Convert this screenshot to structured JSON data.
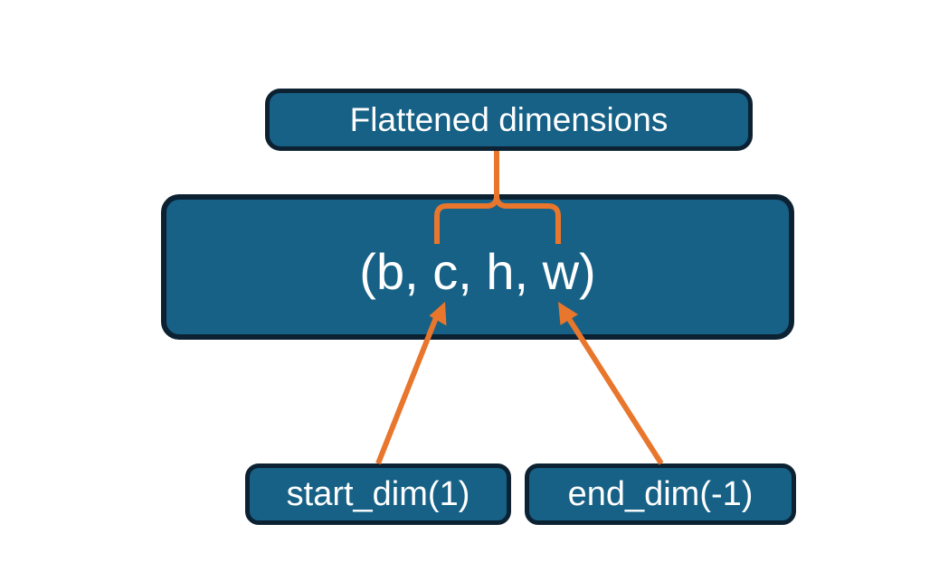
{
  "diagram": {
    "title": "Flatten start_dim / end_dim illustration",
    "background_color": "#ffffff",
    "node_fill_color": "#176186",
    "node_border_color": "#0c2233",
    "node_text_color": "#ffffff",
    "connector_color": "#e8762c",
    "nodes": {
      "flattened": {
        "label": "Flattened dimensions"
      },
      "tuple": {
        "label": "(b, c, h, w)"
      },
      "start_dim": {
        "label": "start_dim(1)"
      },
      "end_dim": {
        "label": "end_dim(-1)"
      }
    },
    "connectors": {
      "brace": {
        "name": "brace-over-chw",
        "color": "#e8762c"
      },
      "arrow_start": {
        "name": "arrow-start-dim-to-c",
        "color": "#e8762c"
      },
      "arrow_end": {
        "name": "arrow-end-dim-to-w",
        "color": "#e8762c"
      }
    }
  }
}
